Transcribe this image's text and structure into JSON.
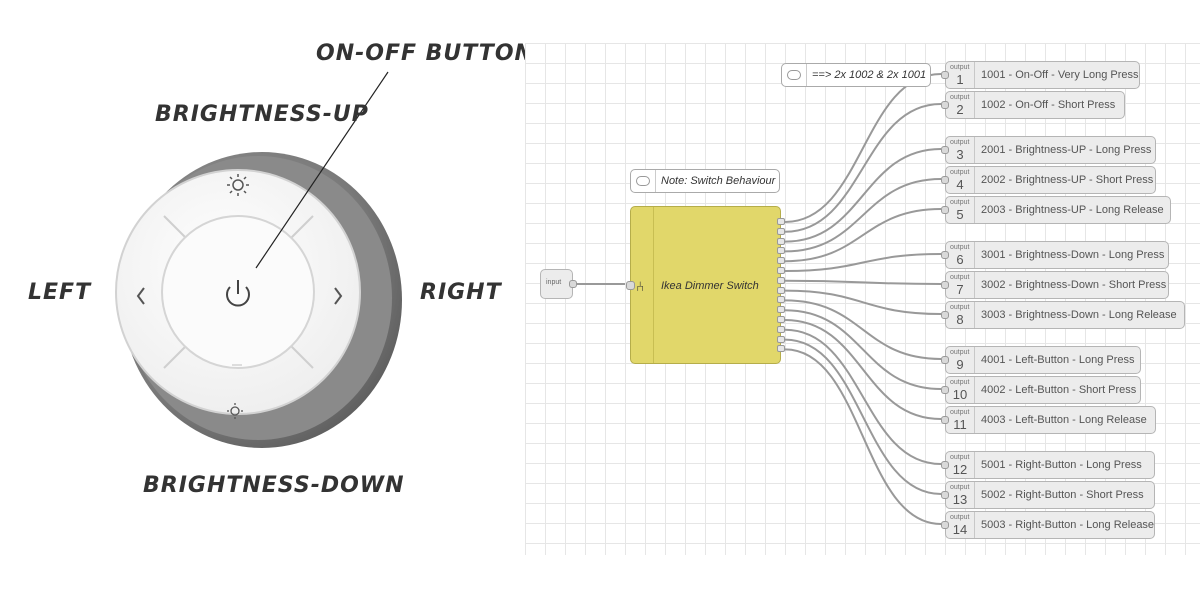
{
  "remote_labels": {
    "on_off": "ON-OFF BUTTON",
    "brightness_up": "BRIGHTNESS-UP",
    "left": "LEFT",
    "right": "RIGHT",
    "brightness_down": "BRIGHTNESS-DOWN"
  },
  "flow": {
    "input_label": "input",
    "switch_label": "Ikea Dimmer Switch",
    "note_behaviour": "Note: Switch Behaviour",
    "note_outputs": "==> 2x 1002 & 2x 1001",
    "output_word": "output",
    "outputs": [
      {
        "num": "1",
        "text": "1001 - On-Off - Very Long Press"
      },
      {
        "num": "2",
        "text": "1002 - On-Off - Short Press"
      },
      {
        "num": "3",
        "text": "2001 - Brightness-UP - Long Press"
      },
      {
        "num": "4",
        "text": "2002 - Brightness-UP - Short Press"
      },
      {
        "num": "5",
        "text": "2003 - Brightness-UP - Long Release"
      },
      {
        "num": "6",
        "text": "3001 - Brightness-Down - Long Press"
      },
      {
        "num": "7",
        "text": "3002 - Brightness-Down - Short Press"
      },
      {
        "num": "8",
        "text": "3003 - Brightness-Down - Long Release"
      },
      {
        "num": "9",
        "text": "4001 - Left-Button - Long Press"
      },
      {
        "num": "10",
        "text": "4002 - Left-Button - Short Press"
      },
      {
        "num": "11",
        "text": "4003 - Left-Button - Long Release"
      },
      {
        "num": "12",
        "text": "5001 - Right-Button - Long Press"
      },
      {
        "num": "13",
        "text": "5002 - Right-Button - Short Press"
      },
      {
        "num": "14",
        "text": "5003 - Right-Button - Long Release"
      }
    ]
  }
}
